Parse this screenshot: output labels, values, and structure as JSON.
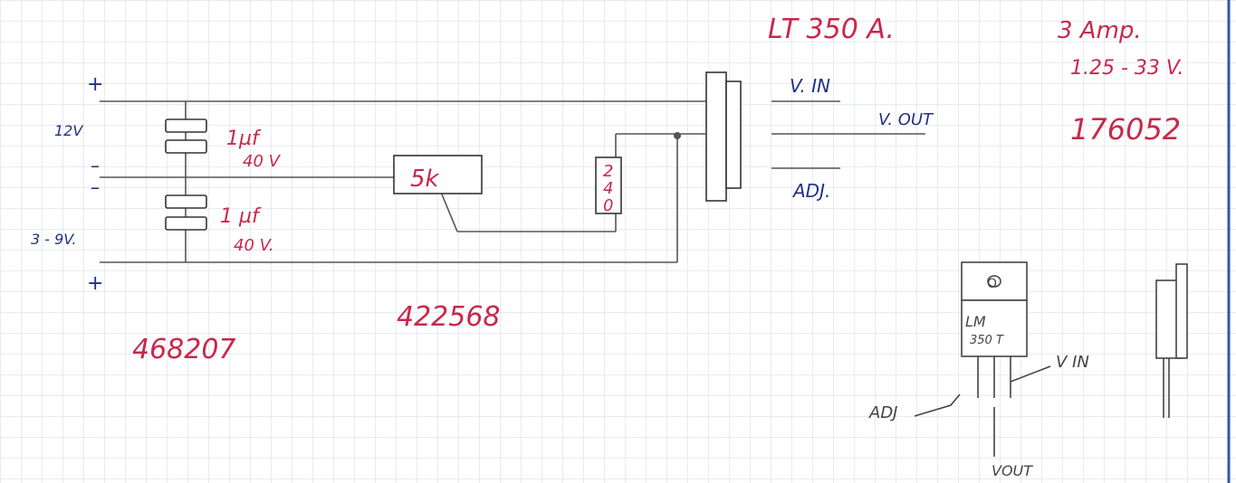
{
  "colors": {
    "paper": "#ffffff",
    "grid": "#cfd7e8",
    "ink_blue": "#1f2f86",
    "ink_red": "#c8284a",
    "pencil": "#555555",
    "border": "#3355aa"
  },
  "title": "LT 350 A.",
  "rating": "3 Amp.",
  "voltage_range": "1.25 - 33 V.",
  "part_numbers": {
    "regulator": "176052",
    "capacitors": "468207",
    "pot": "422568"
  },
  "supply": {
    "plus_top": "+",
    "v12": "12V",
    "minus_1": "–",
    "minus_2": "–",
    "v3_9": "3 - 9V.",
    "plus_bottom": "+"
  },
  "capacitors": [
    {
      "value": "1µf",
      "voltage": "40 V"
    },
    {
      "value": "1 µf",
      "voltage": "40 V."
    }
  ],
  "pot_label": "5k",
  "resistor_label": [
    "2",
    "4",
    "0"
  ],
  "pins": {
    "vin": "V. IN",
    "vout": "V. OUT",
    "adj": "ADJ."
  },
  "package": {
    "hole": "O",
    "marking_1": "LM",
    "marking_2": "350 T",
    "adj": "ADJ",
    "vin": "V IN",
    "vout": "VOUT"
  }
}
